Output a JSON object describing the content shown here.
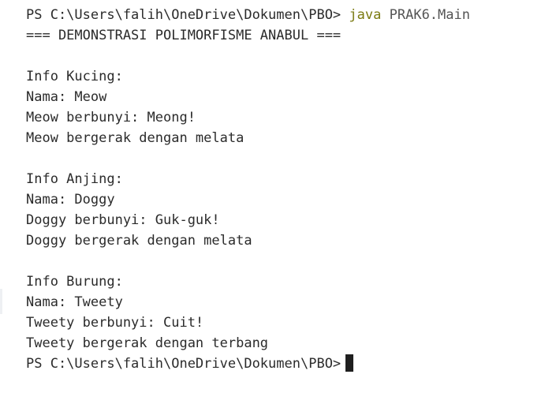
{
  "terminal": {
    "prompt": "PS C:\\Users\\falih\\OneDrive\\Dokumen\\PBO>",
    "command_keyword": "java",
    "command_args": "PRAK6.Main",
    "output": [
      "=== DEMONSTRASI POLIMORFISME ANABUL ===",
      "",
      "Info Kucing:",
      "Nama: Meow",
      "Meow berbunyi: Meong!",
      "Meow bergerak dengan melata",
      "",
      "Info Anjing:",
      "Nama: Doggy",
      "Doggy berbunyi: Guk-guk!",
      "Doggy bergerak dengan melata",
      "",
      "Info Burung:",
      "Nama: Tweety",
      "Tweety berbunyi: Cuit!",
      "Tweety bergerak dengan terbang"
    ],
    "final_prompt": "PS C:\\Users\\falih\\OneDrive\\Dokumen\\PBO>"
  },
  "colors": {
    "text": "#2b2b2b",
    "command_keyword": "#7a7a10",
    "background": "#ffffff"
  }
}
